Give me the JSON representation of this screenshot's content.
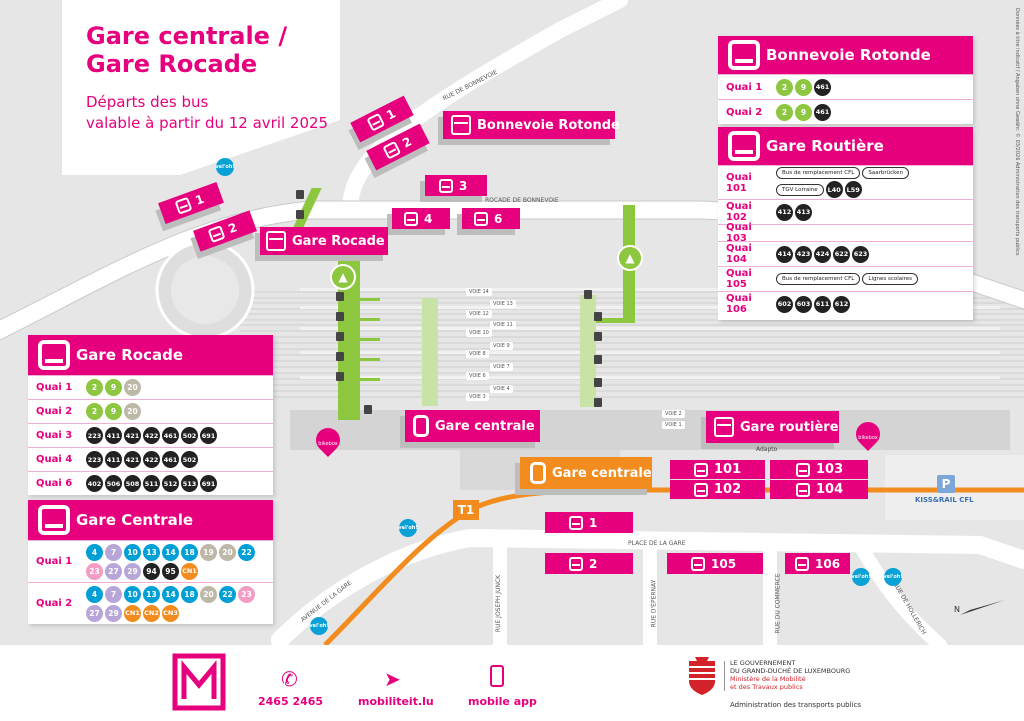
{
  "header": {
    "title_line1": "Gare centrale /",
    "title_line2": "Gare Rocade",
    "subtitle_line1": "Départs des bus",
    "subtitle_line2": "valable à partir du 12 avril 2025"
  },
  "colors": {
    "brand": "#e6007e",
    "green": "#8dc63f",
    "tram_orange": "#f28c1e",
    "dark_line": "#222222"
  },
  "map": {
    "streets": {
      "rue_bonnevoie": "RUE DE BONNEVOIE",
      "rocade": "ROCADE DE BONNEVOIE",
      "place_gare": "PLACE DE LA GARE",
      "avenue_gare": "AVENUE DE LA GARE",
      "rue_junck": "RUE JOSEPH JUNCK",
      "rue_epernay": "RUE D'ÉPERNAY",
      "rue_commerce": "RUE DU COMMERCE",
      "rue_hollerich": "RUE DE HOLLERICH"
    },
    "voies": [
      "VOIE 14",
      "VOIE 13",
      "VOIE 12",
      "VOIE 11",
      "VOIE 10",
      "VOIE 9",
      "VOIE 8",
      "VOIE 7",
      "VOIE 6",
      "VOIE 3"
    ],
    "voies_right": [
      "VOIE 2",
      "VOIE 1"
    ],
    "stop_numbers": {
      "bonnevoie_1": "1",
      "bonnevoie_2": "2",
      "rocade_1": "1",
      "rocade_2": "2",
      "rocade_3": "3",
      "rocade_4": "4",
      "rocade_6": "6",
      "routiere_101": "101",
      "routiere_102": "102",
      "routiere_103": "103",
      "routiere_104": "104",
      "centrale_1": "1",
      "centrale_2": "2",
      "centrale_105": "105",
      "centrale_106": "106"
    },
    "labels": {
      "bonnevoie_rotonde": "Bonnevoie Rotonde",
      "gare_rocade": "Gare Rocade",
      "gare_centrale_train": "Gare centrale",
      "gare_centrale_tram": "Gare centrale",
      "gare_routiere": "Gare routière",
      "tram_line": "T1",
      "bikebox": "bikebox",
      "adapto": "Adapto",
      "kiss_rail": "KISS&RAIL CFL",
      "parking": "P",
      "veloh": "vel'oh!",
      "north": "N",
      "copyright": "Données à titre indicatif / Angaben ohne Gewähr. © 03/2026 Administration des transports publics"
    }
  },
  "tables": {
    "bonnevoie": {
      "title": "Bonnevoie Rotonde",
      "rows": [
        {
          "quai": "Quai 1",
          "lines": [
            {
              "n": "2",
              "c": "#8dc63f"
            },
            {
              "n": "9",
              "c": "#8dc63f"
            },
            {
              "n": "461",
              "c": "#222222"
            }
          ]
        },
        {
          "quai": "Quai 2",
          "lines": [
            {
              "n": "2",
              "c": "#8dc63f"
            },
            {
              "n": "9",
              "c": "#8dc63f"
            },
            {
              "n": "461",
              "c": "#222222"
            }
          ]
        }
      ]
    },
    "routiere": {
      "title": "Gare Routière",
      "rows": [
        {
          "quai": "Quai 101",
          "tags": [
            "Bus de remplacement CFL",
            "Saarbrücken",
            "TGV Lorraine"
          ],
          "lines": [
            {
              "n": "L40",
              "c": "#222222"
            },
            {
              "n": "L59",
              "c": "#222222"
            }
          ]
        },
        {
          "quai": "Quai 102",
          "lines": [
            {
              "n": "412",
              "c": "#222222"
            },
            {
              "n": "413",
              "c": "#222222"
            }
          ]
        },
        {
          "quai": "Quai 103",
          "lines": []
        },
        {
          "quai": "Quai 104",
          "lines": [
            {
              "n": "414",
              "c": "#222222"
            },
            {
              "n": "423",
              "c": "#222222"
            },
            {
              "n": "424",
              "c": "#222222"
            },
            {
              "n": "622",
              "c": "#222222"
            },
            {
              "n": "623",
              "c": "#222222"
            }
          ]
        },
        {
          "quai": "Quai 105",
          "tags": [
            "Bus de remplacement CFL",
            "Lignes scolaires"
          ],
          "lines": []
        },
        {
          "quai": "Quai 106",
          "lines": [
            {
              "n": "602",
              "c": "#222222"
            },
            {
              "n": "603",
              "c": "#222222"
            },
            {
              "n": "611",
              "c": "#222222"
            },
            {
              "n": "612",
              "c": "#222222"
            }
          ]
        }
      ]
    },
    "rocade": {
      "title": "Gare Rocade",
      "rows": [
        {
          "quai": "Quai 1",
          "lines": [
            {
              "n": "2",
              "c": "#8dc63f"
            },
            {
              "n": "9",
              "c": "#8dc63f"
            },
            {
              "n": "20",
              "c": "#bdb8a8"
            }
          ]
        },
        {
          "quai": "Quai 2",
          "lines": [
            {
              "n": "2",
              "c": "#8dc63f"
            },
            {
              "n": "9",
              "c": "#8dc63f"
            },
            {
              "n": "20",
              "c": "#bdb8a8"
            }
          ]
        },
        {
          "quai": "Quai 3",
          "lines": [
            {
              "n": "223",
              "c": "#222222"
            },
            {
              "n": "411",
              "c": "#222222"
            },
            {
              "n": "421",
              "c": "#222222"
            },
            {
              "n": "422",
              "c": "#222222"
            },
            {
              "n": "461",
              "c": "#222222"
            },
            {
              "n": "502",
              "c": "#222222"
            },
            {
              "n": "691",
              "c": "#222222"
            }
          ]
        },
        {
          "quai": "Quai 4",
          "lines": [
            {
              "n": "223",
              "c": "#222222"
            },
            {
              "n": "411",
              "c": "#222222"
            },
            {
              "n": "421",
              "c": "#222222"
            },
            {
              "n": "422",
              "c": "#222222"
            },
            {
              "n": "461",
              "c": "#222222"
            },
            {
              "n": "502",
              "c": "#222222"
            }
          ]
        },
        {
          "quai": "Quai 6",
          "lines": [
            {
              "n": "402",
              "c": "#222222"
            },
            {
              "n": "506",
              "c": "#222222"
            },
            {
              "n": "508",
              "c": "#222222"
            },
            {
              "n": "511",
              "c": "#222222"
            },
            {
              "n": "512",
              "c": "#222222"
            },
            {
              "n": "513",
              "c": "#222222"
            },
            {
              "n": "691",
              "c": "#222222"
            }
          ]
        }
      ]
    },
    "centrale": {
      "title": "Gare Centrale",
      "rows": [
        {
          "quai": "Quai 1",
          "lines": [
            {
              "n": "4",
              "c": "#00a0d6"
            },
            {
              "n": "7",
              "c": "#b9a6d8"
            },
            {
              "n": "10",
              "c": "#00a0d6"
            },
            {
              "n": "13",
              "c": "#00a0d6"
            },
            {
              "n": "14",
              "c": "#00a0d6"
            },
            {
              "n": "18",
              "c": "#00a0d6"
            },
            {
              "n": "19",
              "c": "#bdb8a8"
            },
            {
              "n": "20",
              "c": "#bdb8a8"
            },
            {
              "n": "22",
              "c": "#00a0d6"
            },
            {
              "n": "23",
              "c": "#f39cc4"
            },
            {
              "n": "27",
              "c": "#b9a6d8"
            },
            {
              "n": "29",
              "c": "#b9a6d8"
            },
            {
              "n": "94",
              "c": "#222222"
            },
            {
              "n": "95",
              "c": "#222222"
            },
            {
              "n": "CN1",
              "c": "#f28c1e"
            }
          ]
        },
        {
          "quai": "Quai 2",
          "lines": [
            {
              "n": "4",
              "c": "#00a0d6"
            },
            {
              "n": "7",
              "c": "#b9a6d8"
            },
            {
              "n": "10",
              "c": "#00a0d6"
            },
            {
              "n": "13",
              "c": "#00a0d6"
            },
            {
              "n": "14",
              "c": "#00a0d6"
            },
            {
              "n": "18",
              "c": "#00a0d6"
            },
            {
              "n": "20",
              "c": "#bdb8a8"
            },
            {
              "n": "22",
              "c": "#00a0d6"
            },
            {
              "n": "23",
              "c": "#f39cc4"
            },
            {
              "n": "27",
              "c": "#b9a6d8"
            },
            {
              "n": "29",
              "c": "#b9a6d8"
            },
            {
              "n": "CN1",
              "c": "#f28c1e"
            },
            {
              "n": "CN2",
              "c": "#f28c1e"
            },
            {
              "n": "CN3",
              "c": "#f28c1e"
            }
          ]
        }
      ]
    }
  },
  "footer": {
    "phone": "2465 2465",
    "web": "mobiliteit.lu",
    "app": "mobile app",
    "gov_line1": "LE GOUVERNEMENT",
    "gov_line2": "DU GRAND-DUCHÉ DE LUXEMBOURG",
    "gov_line3": "Ministère de la Mobilité",
    "gov_line4": "et des Travaux publics",
    "gov_line5": "Administration des transports publics"
  }
}
